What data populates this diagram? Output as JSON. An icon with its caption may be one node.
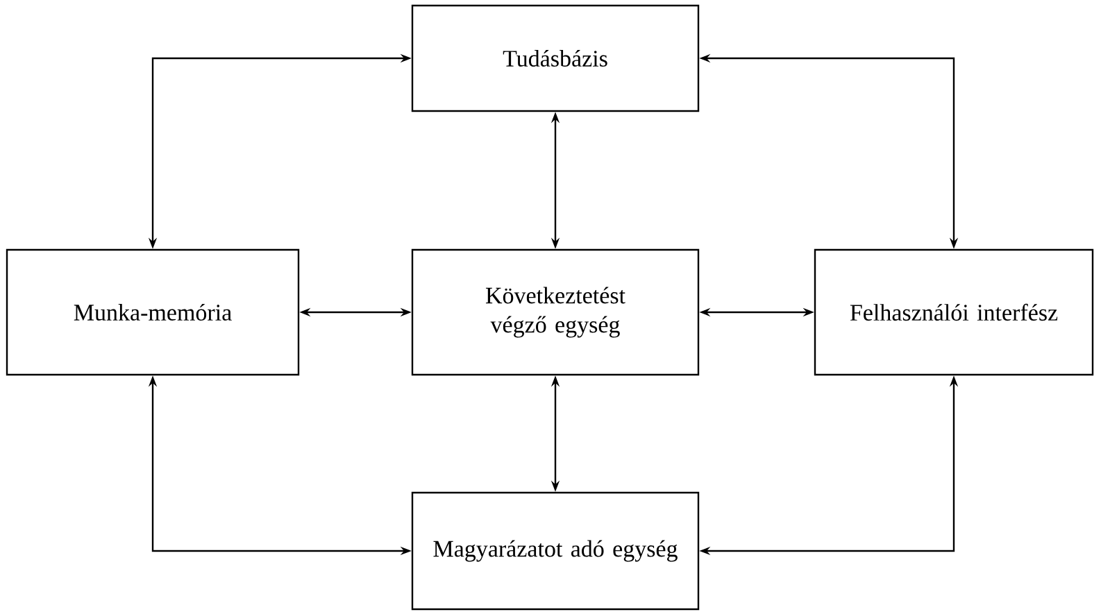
{
  "diagram": {
    "nodes": [
      {
        "text": [
          "Tudásbázis"
        ]
      },
      {
        "text": [
          "Munka-memória"
        ]
      },
      {
        "text": [
          "Következtetést végző egység"
        ]
      },
      {
        "text": [
          "Felhasználói interfész"
        ]
      },
      {
        "text": [
          "Magyarázatot adó egység"
        ]
      }
    ],
    "edges": [
      {
        "from": 0,
        "to": 1,
        "arrow": "both"
      },
      {
        "from": 0,
        "to": 3,
        "arrow": "both"
      },
      {
        "from": 0,
        "to": 2,
        "arrow": "both"
      },
      {
        "from": 1,
        "to": 2,
        "arrow": "both"
      },
      {
        "from": 2,
        "to": 3,
        "arrow": "both"
      },
      {
        "from": 2,
        "to": 4,
        "arrow": "both"
      },
      {
        "from": 1,
        "to": 4,
        "arrow": "both"
      },
      {
        "from": 3,
        "to": 4,
        "arrow": "both"
      }
    ]
  }
}
